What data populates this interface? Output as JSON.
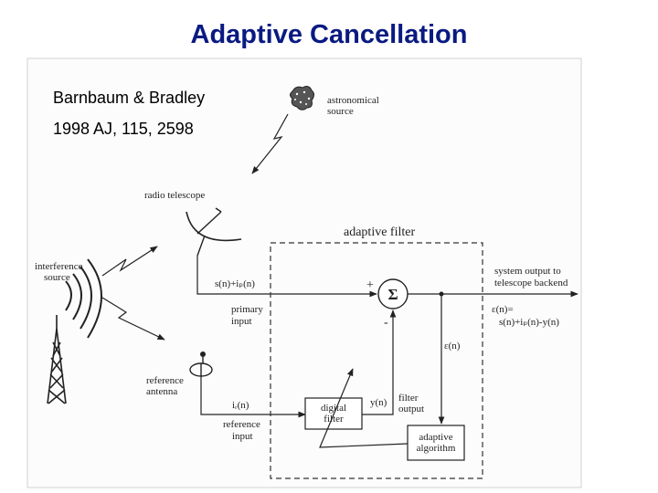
{
  "slide": {
    "title": "Adaptive Cancellation",
    "citation": {
      "authors": "Barnbaum & Bradley",
      "reference": "1998 AJ, 115, 2598"
    }
  },
  "diagram": {
    "astronomical_source": [
      "astronomical",
      "source"
    ],
    "radio_telescope": "radio telescope",
    "interference_source": [
      "interference",
      "source"
    ],
    "reference_antenna": [
      "reference",
      "antenna"
    ],
    "adaptive_filter": "adaptive filter",
    "primary_signal": "s(n)+iₚ(n)",
    "primary_input": [
      "primary",
      "input"
    ],
    "plus": "+",
    "minus": "-",
    "sum": "Σ",
    "system_output": [
      "system output to",
      "telescope backend"
    ],
    "error_eq": "ε(n)=",
    "error_expr": "s(n)+iₚ(n)-y(n)",
    "error_signal": "ε(n)",
    "reference_signal": "iᵣ(n)",
    "reference_input": [
      "reference",
      "input"
    ],
    "digital_filter": [
      "digital",
      "filter"
    ],
    "filter_out_signal": "y(n)",
    "filter_output": [
      "filter",
      "output"
    ],
    "adaptive_algorithm": [
      "adaptive",
      "algorithm"
    ]
  }
}
